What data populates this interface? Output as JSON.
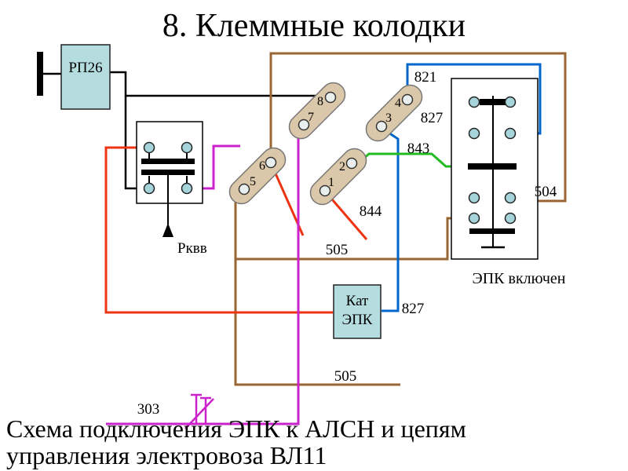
{
  "title": "8. Клеммные колодки",
  "caption": {
    "line1": "Схема подключения ЭПК к АЛСН и цепям",
    "line2": "управления электровоза ВЛ11"
  },
  "labels": {
    "rp26": "РП26",
    "rkvv": "Рквв",
    "kat_line1": "Кат",
    "kat_line2": "ЭПК",
    "epk_state": "ЭПК включен"
  },
  "terminals": [
    "1",
    "2",
    "3",
    "4",
    "5",
    "6",
    "7",
    "8"
  ],
  "wire_labels": {
    "w821": "821",
    "w827_top": "827",
    "w843": "843",
    "w844": "844",
    "w505_mid": "505",
    "w504": "504",
    "w827_bottom": "827",
    "w505_bottom": "505",
    "w303": "303"
  },
  "colors": {
    "wire_black": "#000000",
    "wire_brown": "#996633",
    "wire_blue": "#0066cc",
    "wire_green": "#22bb22",
    "wire_red": "#ee3311",
    "wire_magenta": "#cc22cc",
    "box_fill": "#b5dde0",
    "terminal_block_fill": "#dbc7a9",
    "contact_fill": "#a5d5da"
  }
}
